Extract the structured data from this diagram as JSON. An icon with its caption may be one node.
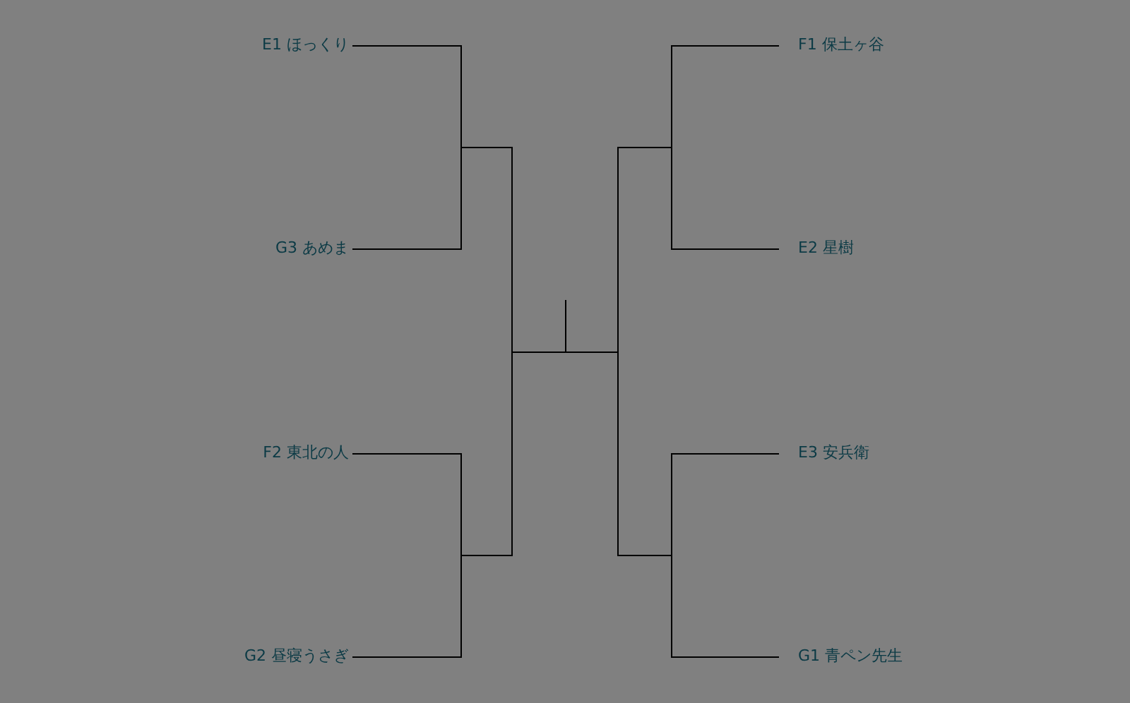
{
  "diagram": {
    "nodes": [
      {
        "text": [
          "E1 ほっくり"
        ]
      },
      {
        "text": [
          "G3 あめま"
        ]
      },
      {
        "text": [
          "F2 東北の人"
        ]
      },
      {
        "text": [
          "G2 昼寝うさぎ"
        ]
      },
      {
        "text": [
          "F1 保土ヶ谷"
        ]
      },
      {
        "text": [
          "E2 星樹"
        ]
      },
      {
        "text": [
          "E3 安兵衛"
        ]
      },
      {
        "text": [
          "G1 青ペン先生"
        ]
      }
    ],
    "edges": [
      {
        "from": 0,
        "to": null,
        "arrow": "none"
      },
      {
        "from": 1,
        "to": null,
        "arrow": "none"
      },
      {
        "from": 2,
        "to": null,
        "arrow": "none"
      },
      {
        "from": 3,
        "to": null,
        "arrow": "none"
      },
      {
        "from": 4,
        "to": null,
        "arrow": "none"
      },
      {
        "from": 5,
        "to": null,
        "arrow": "none"
      },
      {
        "from": 6,
        "to": null,
        "arrow": "none"
      },
      {
        "from": 7,
        "to": null,
        "arrow": "none"
      }
    ]
  }
}
